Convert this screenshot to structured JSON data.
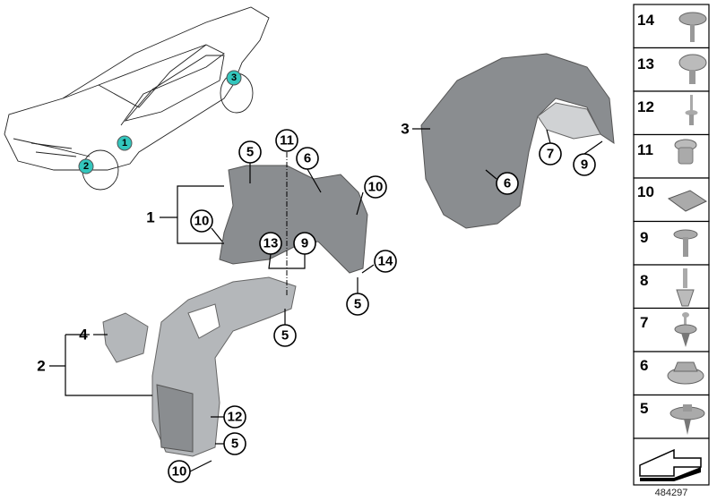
{
  "diagram": {
    "car_markers": [
      "1",
      "2",
      "3"
    ],
    "main_labels": {
      "item1": "1",
      "item2": "2",
      "item3": "3",
      "item4": "4"
    },
    "callouts": [
      "5",
      "11",
      "6",
      "10",
      "10",
      "13",
      "9",
      "14",
      "5",
      "5",
      "12",
      "5",
      "10",
      "7",
      "9",
      "6"
    ],
    "parts_column": [
      "14",
      "13",
      "12",
      "11",
      "10",
      "9",
      "8",
      "7",
      "6",
      "5"
    ],
    "figure_number": "484297",
    "marker_color": "#33c6bd"
  }
}
